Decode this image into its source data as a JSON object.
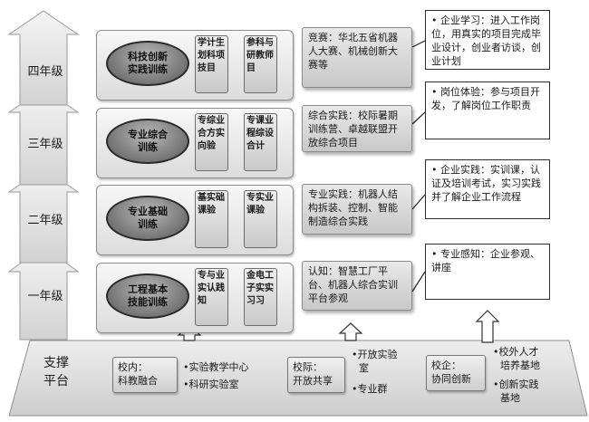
{
  "grades": [
    {
      "label": "四年级",
      "program": [
        "科技创新",
        "实践训练"
      ],
      "sub_a": "学计生划科项技目",
      "sub_b": "参科与研教师目",
      "competition": "竞赛：华北五省机器人大赛、机械创新大赛等",
      "enterprise": "• 企业学习：进入工作岗位，用真实的项目完成毕业设计，创业者访谈，创业计划"
    },
    {
      "label": "三年级",
      "program": [
        "专业综合",
        "训练"
      ],
      "sub_a": "专综业合方实向验",
      "sub_b": "专课业程综设合计",
      "competition": "综合实践：校际暑期训练营、卓越联盟开放综合项目",
      "enterprise": "• 岗位体验：参与项目开发，了解岗位工作职责"
    },
    {
      "label": "二年级",
      "program": [
        "专业基础",
        "训练"
      ],
      "sub_a": "基实础课验",
      "sub_b": "专实业课验",
      "competition": "专业实践：机器人结构拆装、控制、智能制造综合实践",
      "enterprise": "• 企业实践：实训课，认证及培训考试，实习实践并了解企业工作流程"
    },
    {
      "label": "一年级",
      "program": [
        "工程基本",
        "技能训练"
      ],
      "sub_a": "专与业实认践知",
      "sub_b": "金电工子实实习习",
      "competition": "认知：智慧工厂平台、机器人综合实训平台参观",
      "enterprise": "• 专业感知：企业参观、讲座"
    }
  ],
  "platform": {
    "title": [
      "支撑",
      "平台"
    ],
    "school": {
      "label": [
        "校内：",
        "科教融合"
      ],
      "items": [
        "•实验教学中心",
        "•科研实验室"
      ]
    },
    "inter": {
      "label": [
        "校际：",
        "开放共享"
      ],
      "items": [
        "•开放实验",
        "室",
        "•专业群"
      ]
    },
    "enterprise": {
      "label": [
        "校企：",
        "协同创新"
      ],
      "items": [
        "•校外人才",
        "培养基地",
        "•创新实践",
        "基地"
      ]
    }
  }
}
